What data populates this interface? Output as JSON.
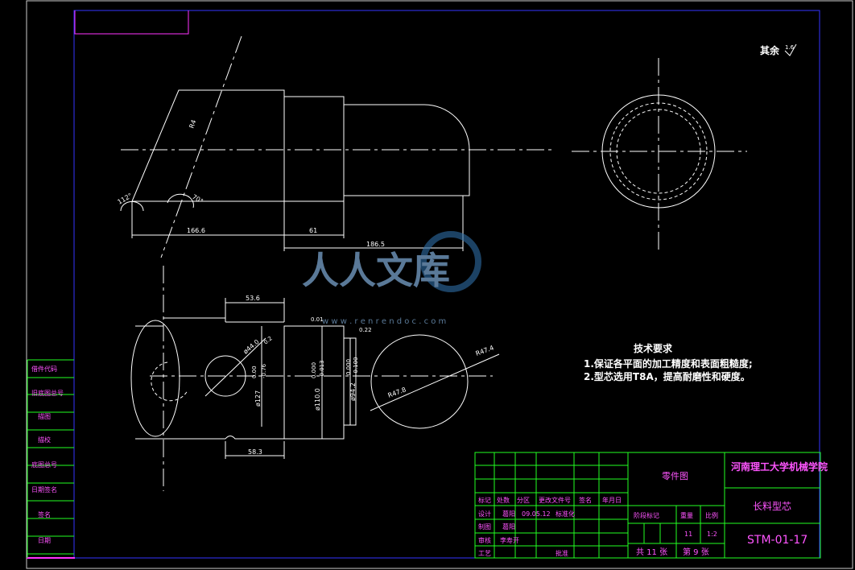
{
  "surface_finish": {
    "label": "其余",
    "value": "1.6"
  },
  "dimensions": {
    "d1": "166.6",
    "d2": "61",
    "d3": "186.5",
    "angle1": "112°",
    "angle2": "70°",
    "slant": "R4",
    "top_len": "53.6",
    "bottom_len": "58.3",
    "dia1": "ø44.0",
    "dia1_tol": "0.2",
    "dia2": "ø127",
    "dia2_tol_up": "0.00",
    "dia2_tol_lo": "-0.76",
    "dia3": "ø110.0",
    "dia3_tol_up": "0.000",
    "dia3_tol_lo": "-0.013",
    "dia4": "ø94.2",
    "dia4_tol_up": "0.000",
    "dia4_tol_lo": "-0.100",
    "gdt1": "0.01",
    "gdt2": "0.22",
    "r1": "R47.4",
    "r2": "R47.8"
  },
  "watermark": {
    "main": "人人文库",
    "sub": "w w w . r e n r e n d o c . c o m"
  },
  "tech_req": {
    "title": "技术要求",
    "line1": "1.保证各平面的加工精度和表面粗糙度;",
    "line2": "2.型芯选用T8A，提高耐磨性和硬度。"
  },
  "side_labels": [
    "借件代码",
    "旧底图总号",
    "描图",
    "描校",
    "底图总号",
    "日期签名",
    "签名",
    "日期"
  ],
  "title_block": {
    "h_mark": "标记",
    "h_count": "处数",
    "h_zone": "分区",
    "h_doc": "更改文件号",
    "h_sign": "签名",
    "h_date": "年月日",
    "design_l": "设计",
    "design_n": "葛阳",
    "design_d": "09.05.12",
    "std_l": "标准化",
    "draw_l": "制图",
    "draw_n": "葛阳",
    "check_l": "审核",
    "check_n": "李寿开",
    "proc_l": "工艺",
    "approve_l": "批准",
    "drawing_type": "零件图",
    "org": "河南理工大学机械学院",
    "part_name": "长料型芯",
    "stage_l": "阶段标记",
    "weight_l": "重量",
    "scale_l": "比例",
    "weight": "11",
    "scale": "1:2",
    "total": "共 11 张",
    "sheet": "第 9 张",
    "drawing_no": "STM-01-17"
  }
}
